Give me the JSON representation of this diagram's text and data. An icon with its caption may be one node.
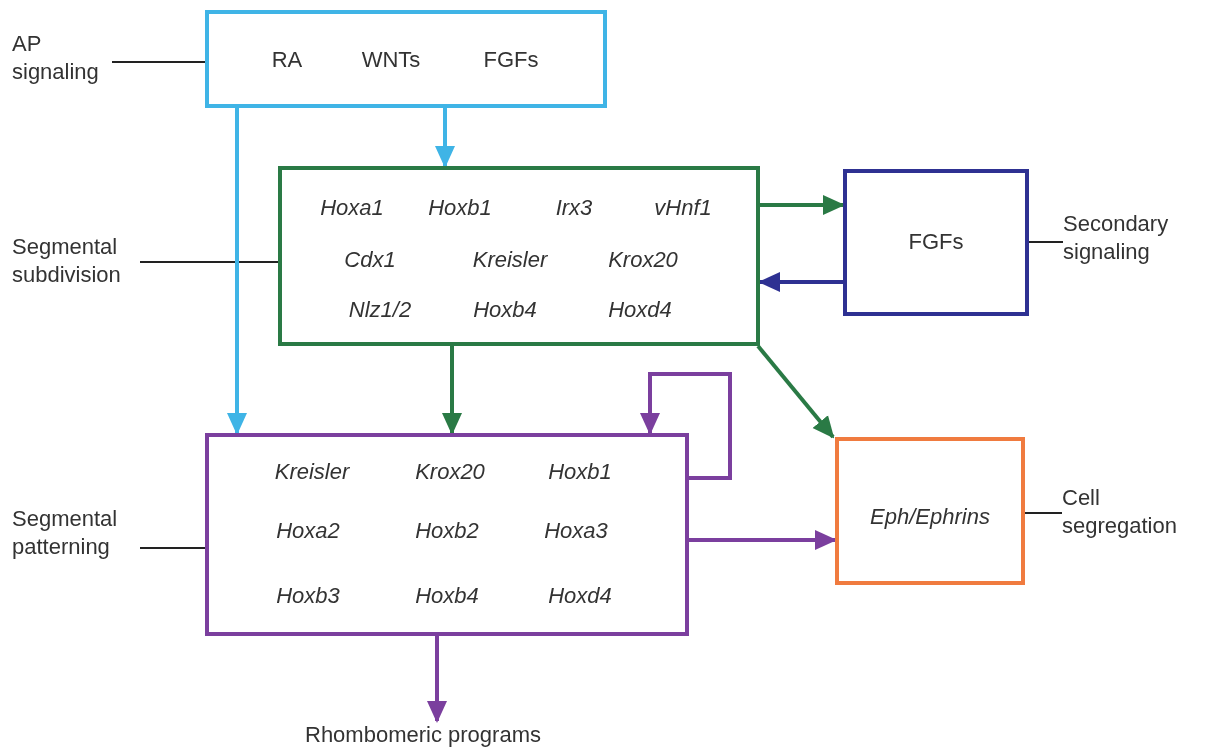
{
  "diagram": {
    "nodes": [
      {
        "text": [
          "AP signaling"
        ]
      },
      {
        "text": [
          "RA",
          "WNTs",
          "FGFs"
        ]
      },
      {
        "text": [
          "Segmental subdivision"
        ]
      },
      {
        "text": [
          "Hoxa1",
          "Hoxb1",
          "Irx3",
          "vHnf1",
          "Cdx1",
          "Kreisler",
          "Krox20",
          "Nlz1/2",
          "Hoxb4",
          "Hoxd4"
        ]
      },
      {
        "text": [
          "FGFs"
        ]
      },
      {
        "text": [
          "Secondary signaling"
        ]
      },
      {
        "text": [
          "Segmental patterning"
        ]
      },
      {
        "text": [
          "Kreisler",
          "Krox20",
          "Hoxb1",
          "Hoxa2",
          "Hoxb2",
          "Hoxa3",
          "Hoxb3",
          "Hoxb4",
          "Hoxd4"
        ]
      },
      {
        "text": [
          "Eph/Ephrins"
        ]
      },
      {
        "text": [
          "Cell segregation"
        ]
      },
      {
        "text": [
          "Rhombomeric programs"
        ]
      }
    ],
    "edges": [
      {
        "from": 0,
        "to": 1,
        "arrow": "none",
        "color": "#222222"
      },
      {
        "from": 2,
        "to": 3,
        "arrow": "none",
        "color": "#222222"
      },
      {
        "from": 4,
        "to": 5,
        "arrow": "none",
        "color": "#222222"
      },
      {
        "from": 6,
        "to": 7,
        "arrow": "none",
        "color": "#222222"
      },
      {
        "from": 8,
        "to": 9,
        "arrow": "none",
        "color": "#222222"
      },
      {
        "from": 1,
        "to": 3,
        "arrow": "to",
        "color": "#3fb4e6"
      },
      {
        "from": 1,
        "to": 7,
        "arrow": "to",
        "color": "#3fb4e6"
      },
      {
        "from": 3,
        "to": 4,
        "arrow": "to",
        "color": "#2a7a45"
      },
      {
        "from": 4,
        "to": 3,
        "arrow": "to",
        "color": "#2e3192"
      },
      {
        "from": 3,
        "to": 7,
        "arrow": "to",
        "color": "#2a7a45"
      },
      {
        "from": 3,
        "to": 8,
        "arrow": "to",
        "color": "#2a7a45"
      },
      {
        "from": 7,
        "to": 7,
        "arrow": "to",
        "color": "#7b3f9e"
      },
      {
        "from": 7,
        "to": 8,
        "arrow": "to",
        "color": "#7b3f9e"
      },
      {
        "from": 7,
        "to": 10,
        "arrow": "to",
        "color": "#7b3f9e"
      }
    ]
  }
}
